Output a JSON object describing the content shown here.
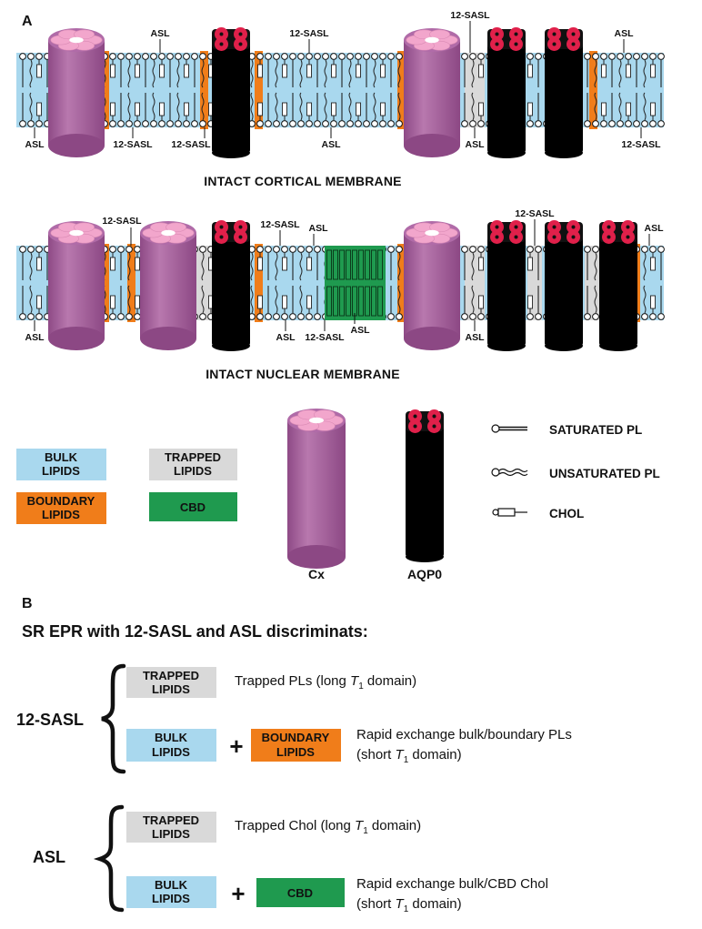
{
  "panel_a": {
    "letter": "A",
    "cortical_caption": "INTACT CORTICAL MEMBRANE",
    "nuclear_caption": "INTACT NUCLEAR MEMBRANE",
    "probe_asl": "ASL",
    "probe_12sasl": "12-SASL"
  },
  "legend": {
    "bulk": [
      "BULK",
      "LIPIDS"
    ],
    "boundary": [
      "BOUNDARY",
      "LIPIDS"
    ],
    "trapped": [
      "TRAPPED",
      "LIPIDS"
    ],
    "cbd": "CBD",
    "cx": "Cx",
    "aqp0": "AQP0",
    "saturated": "SATURATED PL",
    "unsaturated": "UNSATURATED PL",
    "chol": "CHOL"
  },
  "panel_b": {
    "letter": "B",
    "heading": "SR EPR with 12-SASL and ASL discriminats:",
    "sasl_label": "12-SASL",
    "asl_label": "ASL",
    "plus": "+",
    "sasl_trapped_text": [
      "Trapped PLs (long ",
      "T",
      "1",
      " domain)"
    ],
    "sasl_exchange_line1": "Rapid exchange bulk/boundary PLs",
    "sasl_exchange_line2": [
      "(short ",
      "T",
      "1",
      " domain)"
    ],
    "asl_trapped_text": [
      "Trapped Chol (long ",
      "T",
      "1",
      " domain)"
    ],
    "asl_exchange_line1": "Rapid exchange bulk/CBD Chol",
    "asl_exchange_line2": [
      "(short ",
      "T",
      "1",
      " domain)"
    ]
  },
  "colors": {
    "bulk": "#a9d8ee",
    "boundary": "#f07d1a",
    "trapped": "#d9d9d9",
    "cbd": "#1f9a4f",
    "cx_body": "#b06ba8",
    "cx_top": "#f2a6cc",
    "aqp0_body": "#000000",
    "aqp0_top": "#e0204a"
  }
}
